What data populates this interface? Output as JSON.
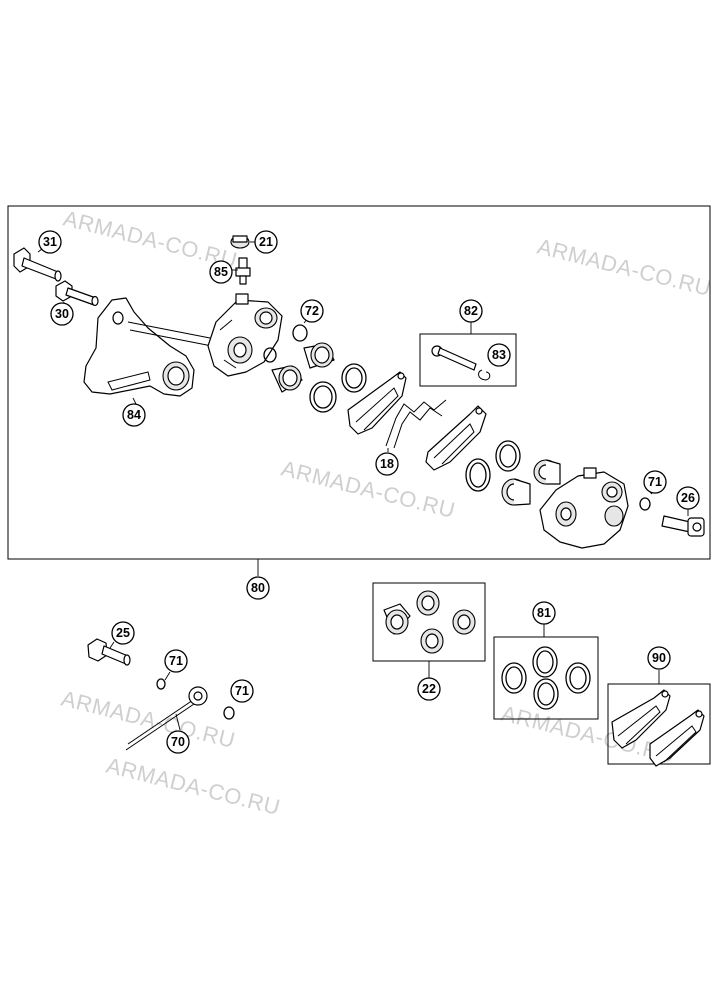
{
  "watermarks": [
    {
      "text": "ARMADA-CO.RU"
    },
    {
      "text": "ARMADA-CO.RU"
    },
    {
      "text": "ARMADA-CO.RU"
    },
    {
      "text": "ARMADA-CO.RU"
    },
    {
      "text": "ARMADA-CO.RU"
    },
    {
      "text": "ARMADA-CO.RU"
    }
  ],
  "callouts": {
    "c31": "31",
    "c30": "30",
    "c21": "21",
    "c85": "85",
    "c72": "72",
    "c84": "84",
    "c82": "82",
    "c83": "83",
    "c18": "18",
    "c71a": "71",
    "c26": "26",
    "c80": "80",
    "c22": "22",
    "c81": "81",
    "c90": "90",
    "c25": "25",
    "c71b": "71",
    "c71c": "71",
    "c70": "70"
  }
}
